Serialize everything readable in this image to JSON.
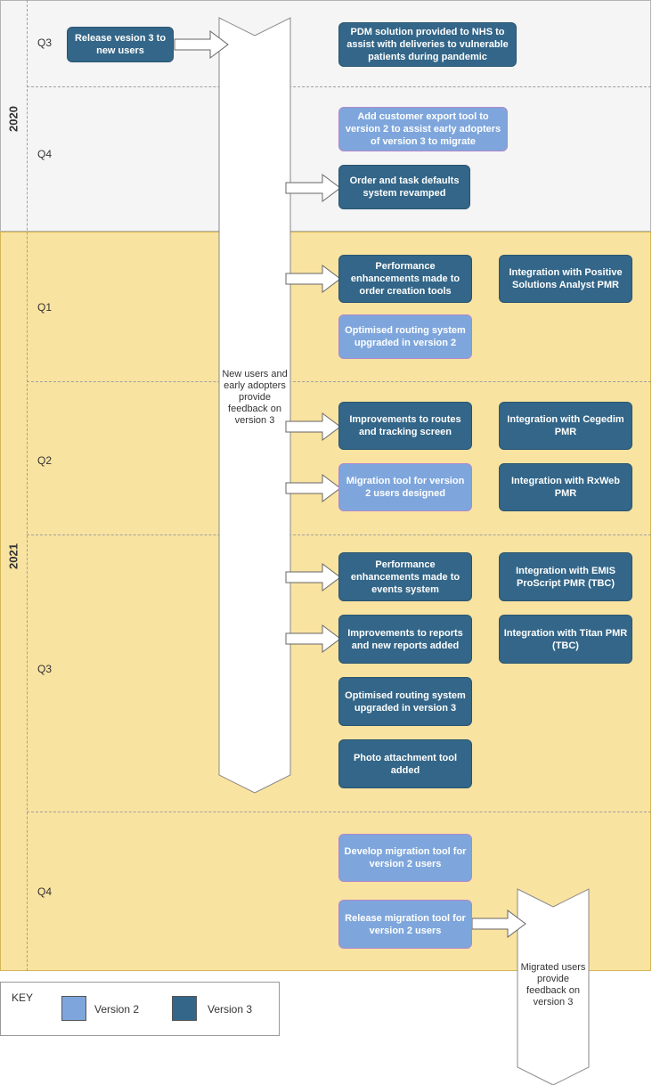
{
  "years": [
    "2020",
    "2021"
  ],
  "quarters": [
    "Q3",
    "Q4",
    "Q1",
    "Q2",
    "Q3",
    "Q4"
  ],
  "milestones": {
    "release_v3": "Release vesion 3 to new users",
    "pdm_nhs": "PDM solution provided to NHS to assist with deliveries to vulnerable patients during pandemic",
    "customer_export": "Add customer export tool to version 2 to assist early adopters of version 3 to migrate",
    "order_task": "Order and task defaults system revamped",
    "perf_order": "Performance enhancements made to order creation tools",
    "positive_solutions": "Integration with Positive Solutions Analyst PMR",
    "routing_v2": "Optimised routing system upgraded in version 2",
    "routes_tracking": "Improvements to routes and tracking screen",
    "cegedim": "Integration with Cegedim PMR",
    "migration_design": "Migration tool for version 2 users designed",
    "rxweb": "Integration with RxWeb PMR",
    "perf_events": "Performance enhancements made to events system",
    "emis": "Integration with EMIS ProScript PMR (TBC)",
    "reports": "Improvements to reports and new reports added",
    "titan": "Integration with Titan PMR (TBC)",
    "routing_v3": "Optimised routing system upgraded in version 3",
    "photo": "Photo attachment tool added",
    "develop_migration": "Develop migration tool for version 2 users",
    "release_migration": "Release migration tool for version 2 users"
  },
  "feedback": {
    "new_users": "New users and early adopters provide feedback on version 3",
    "migrated_users": "Migrated users provide feedback on version 3"
  },
  "key": {
    "title": "KEY",
    "version2": "Version 2",
    "version3": "Version 3"
  },
  "colors": {
    "version2": "#7ea6dc",
    "version3": "#336688",
    "band_2021": "#f9e3a0",
    "band_2020": "#f5f5f5"
  }
}
